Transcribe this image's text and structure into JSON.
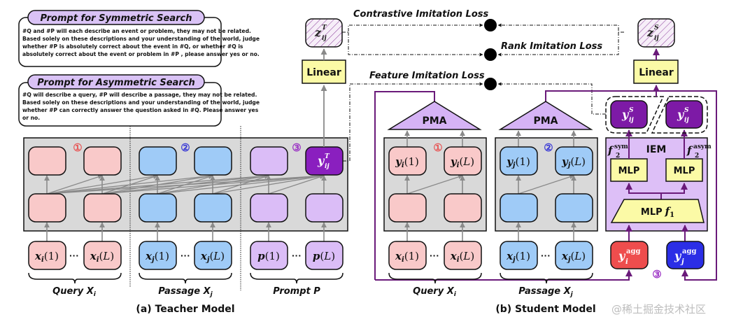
{
  "prompts": {
    "symmetric": {
      "title": "Prompt for Symmetric Search",
      "lines": [
        "#Q and #P will each describe an event or problem, they may not be related.",
        "Based solely on these descriptions and your understanding of the world, judge",
        "whether #P is absolutely correct about the event in #Q, or whether #Q is",
        "absolutely correct about the event or problem in #P , please answer yes or no."
      ]
    },
    "asymmetric": {
      "title": "Prompt for Asymmetric Search",
      "lines": [
        "#Q will describe a query, #P will describe a passage, they may not be related.",
        "Based solely on these descriptions and your understanding of the world, judge",
        "whether #P can correctly answer the question asked in #Q. Please answer yes",
        "or no."
      ]
    }
  },
  "losses": {
    "contrastive": "Contrastive Imitation Loss",
    "rank": "Rank Imitation Loss",
    "feature": "Feature Imitation Loss"
  },
  "teacher": {
    "caption": "(a) Teacher Model",
    "linear_label": "Linear",
    "z_label": "z",
    "z_sup": "T",
    "z_sub": "ij",
    "y_label": "y",
    "y_sup": "T",
    "y_sub": "ij",
    "markers": [
      "①",
      "②",
      "③"
    ],
    "inputs": {
      "query": [
        "x_i(1)",
        "x_i(L)"
      ],
      "passage": [
        "x_j(1)",
        "x_j(L)"
      ],
      "prompt": [
        "p(1)",
        "p(L)"
      ],
      "ellipsis": "···"
    },
    "group_labels": {
      "query": "Query X",
      "query_sub": "i",
      "passage": "Passage X",
      "passage_sub": "j",
      "prompt": "Prompt P"
    }
  },
  "student": {
    "caption": "(b) Student Model",
    "linear_label": "Linear",
    "z_label": "z",
    "z_sup": "S",
    "z_sub": "ij",
    "pma_label": "PMA",
    "iem_label": "IEM",
    "mlp_label": "MLP",
    "mlp_f1_label": "MLP",
    "f1": "f",
    "f1_sub": "1",
    "f2": "f",
    "f2_sub": "2",
    "f2_sym_sup": "sym",
    "f2_asym_sup": "asym",
    "y_s_label": "y",
    "y_s_sup": "S",
    "y_s_sub": "ij",
    "y_agg_i": "y",
    "y_agg_i_sub": "i",
    "y_agg_j": "y",
    "y_agg_j_sub": "j",
    "agg_sup": "agg",
    "markers": [
      "①",
      "②",
      "③"
    ],
    "query_outputs": [
      "y_i(1)",
      "y_i(L)"
    ],
    "passage_outputs": [
      "y_j(1)",
      "y_j(L)"
    ],
    "inputs": {
      "query": [
        "x_i(1)",
        "x_i(L)"
      ],
      "passage": [
        "x_j(1)",
        "x_j(L)"
      ],
      "ellipsis": "···"
    },
    "group_labels": {
      "query": "Query X",
      "query_sub": "i",
      "passage": "Passage X",
      "passage_sub": "j"
    }
  },
  "colors": {
    "query_fill": "#f9c9c9",
    "passage_fill": "#9fcbf7",
    "prompt_fill": "#dbbdf7",
    "y_ij_fill": "#8a1fbf",
    "y_agg_i_fill": "#ee4d4d",
    "y_agg_j_fill": "#2b2ee6",
    "linear_fill": "#fbfaa6",
    "pma_fill": "#d5b3f5",
    "iem_fill": "#ddbff7",
    "block_fill": "#d9d9d9",
    "student_line": "#6a1a7a",
    "marker_1": "#e85a5a",
    "marker_2": "#3a3ad6",
    "marker_3": "#9a2fc4"
  },
  "watermark": "@稀土掘金技术社区"
}
